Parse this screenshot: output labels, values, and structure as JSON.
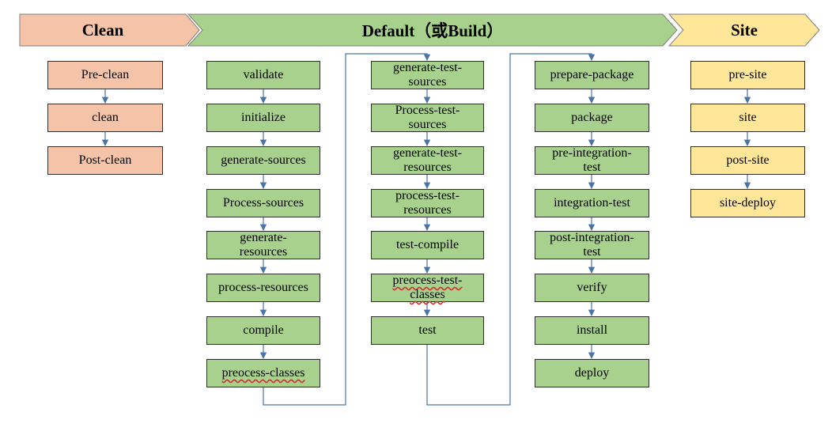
{
  "headers": {
    "clean": "Clean",
    "default": "Default（或Build）",
    "site": "Site"
  },
  "colors": {
    "clean_fill": "#f5c4a8",
    "default_fill": "#a9d18e",
    "site_fill": "#ffe699",
    "border": "#2f2f2f",
    "connector": "#4a73a8"
  },
  "clean_phases": [
    "Pre-clean",
    "clean",
    "Post-clean"
  ],
  "default_col1": [
    "validate",
    "initialize",
    "generate-sources",
    "Process-sources",
    "generate-resources",
    "process-resources",
    "compile",
    "preocess-classes"
  ],
  "default_col2": [
    "generate-test-sources",
    "Process-test-sources",
    "generate-test-resources",
    "process-test-resources",
    "test-compile",
    "preocess-test-classes",
    "test"
  ],
  "default_col3": [
    "prepare-package",
    "package",
    "pre-integration-test",
    "integration-test",
    "post-integration-test",
    "verify",
    "install",
    "deploy"
  ],
  "site_phases": [
    "pre-site",
    "site",
    "post-site",
    "site-deploy"
  ]
}
